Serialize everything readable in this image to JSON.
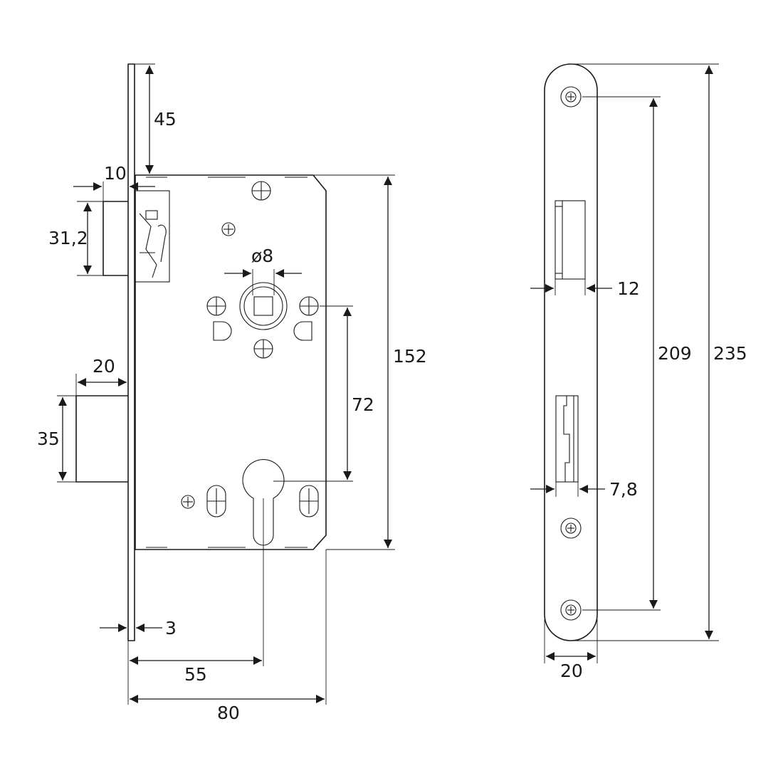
{
  "lock_body": {
    "backset_distance": "45",
    "faceplate_offset": "10",
    "latch_height": "31,2",
    "spindle_diameter": "ø8",
    "body_height": "152",
    "spindle_to_cylinder": "72",
    "bolt_projection": "20",
    "bolt_height": "35",
    "faceplate_thickness": "3",
    "backset": "55",
    "case_depth": "80"
  },
  "faceplate": {
    "latch_opening_width": "12",
    "screw_hole_spacing": "209",
    "total_length": "235",
    "bolt_opening_width": "7,8",
    "width": "20"
  }
}
